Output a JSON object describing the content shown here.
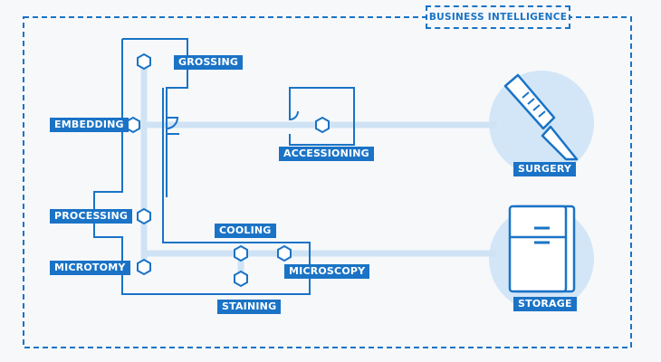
{
  "title": "BUSINESS INTELLIGENCE",
  "labels": {
    "grossing": "GROSSING",
    "embedding": "EMBEDDING",
    "processing": "PROCESSING",
    "microtomy": "MICROTOMY",
    "accessioning": "ACCESSIONING",
    "cooling": "COOLING",
    "microscopy": "MICROSCOPY",
    "staining": "STAINING",
    "surgery": "SURGERY",
    "storage": "STORAGE"
  },
  "icons": {
    "surgery": "scalpel-icon",
    "storage": "refrigerator-icon",
    "station": "hexagon-icon",
    "door": "door-swing-icon"
  },
  "colors": {
    "accent": "#1a73c6",
    "path": "#cfe3f5",
    "circle": "#d3e6f7",
    "background": "#f7f8fa"
  }
}
